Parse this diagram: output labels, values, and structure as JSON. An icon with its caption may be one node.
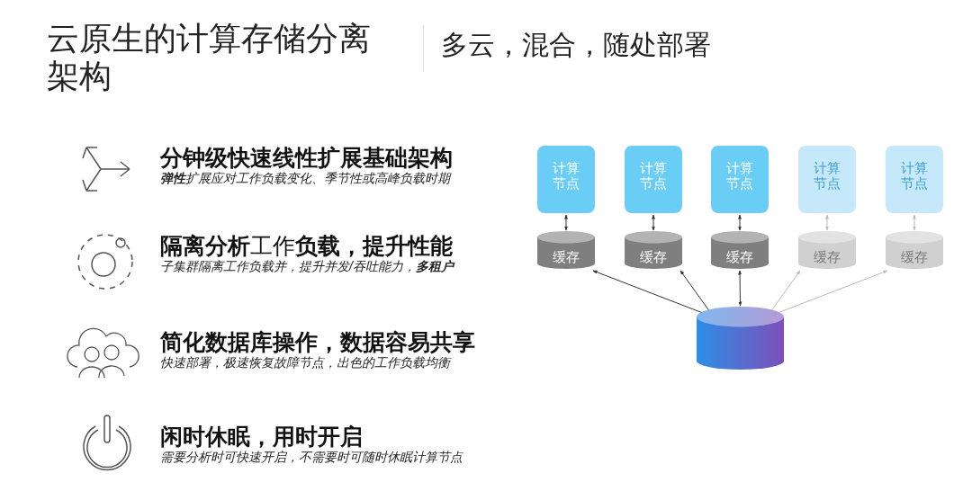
{
  "diagram": {
    "title": "云原生的计算存储分离架构",
    "nodes": [
      {
        "text": [
          "计算节点"
        ]
      },
      {
        "text": [
          "计算节点"
        ]
      },
      {
        "text": [
          "计算节点"
        ]
      },
      {
        "text": [
          "计算节点"
        ]
      },
      {
        "text": [
          "计算节点"
        ]
      },
      {
        "text": [
          "缓存"
        ]
      },
      {
        "text": [
          "缓存"
        ]
      },
      {
        "text": [
          "缓存"
        ]
      },
      {
        "text": [
          "缓存"
        ]
      },
      {
        "text": [
          "缓存"
        ]
      },
      {
        "text": [],
        "shape": "cylinder"
      }
    ],
    "edges": [
      {
        "from": 0,
        "to": 5,
        "arrow": "both"
      },
      {
        "from": 1,
        "to": 6,
        "arrow": "both"
      },
      {
        "from": 2,
        "to": 7,
        "arrow": "both"
      },
      {
        "from": 3,
        "to": 8,
        "arrow": "both",
        "color": "#bbbbbb"
      },
      {
        "from": 4,
        "to": 9,
        "arrow": "both",
        "color": "#bbbbbb"
      },
      {
        "from": 5,
        "to": 10,
        "arrow": "both"
      },
      {
        "from": 6,
        "to": 10,
        "arrow": "both"
      },
      {
        "from": 7,
        "to": 10,
        "arrow": "both"
      },
      {
        "from": 8,
        "to": 10,
        "arrow": "both",
        "color": "#bbbbbb"
      },
      {
        "from": 9,
        "to": 10,
        "arrow": "both",
        "color": "#bbbbbb"
      }
    ],
    "labels": [
      "多云，混合，随处部署",
      "分钟级快速线性扩展基础架构",
      "**弹性**扩展应对工作负载变化、季节性或高峰负载时期",
      "**隔离分析**工作**负载，提升性能**",
      "子集群隔离工作负载并，提升并发/吞吐能力，**多租户**",
      "简化数据库操作，数据容易共享",
      "快速部署，极速恢复故障节点，出色的工作负载均衡",
      "闲时休眠，用时开启",
      "需要分析时可快速开启，不需要时可随时休眠计算节点"
    ]
  }
}
